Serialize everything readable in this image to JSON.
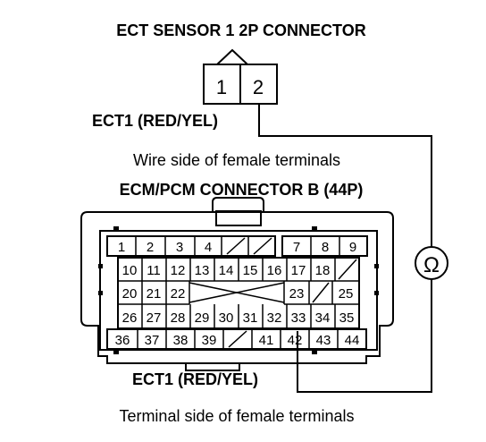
{
  "ect_sensor": {
    "title": "ECT SENSOR 1 2P CONNECTOR",
    "pins": [
      "1",
      "2"
    ],
    "wire_label": "ECT1 (RED/YEL)"
  },
  "wire_side_caption": "Wire side of female terminals",
  "ecm_connector": {
    "title": "ECM/PCM CONNECTOR B (44P)",
    "row1": [
      "1",
      "2",
      "3",
      "4",
      "",
      "",
      "7",
      "8",
      "9"
    ],
    "row2": [
      "10",
      "11",
      "12",
      "13",
      "14",
      "15",
      "16",
      "17",
      "18",
      ""
    ],
    "row3": [
      "20",
      "21",
      "22",
      "",
      "",
      "",
      "",
      "23",
      "",
      "25"
    ],
    "row4": [
      "26",
      "27",
      "28",
      "29",
      "30",
      "31",
      "32",
      "33",
      "34",
      "35"
    ],
    "row5": [
      "36",
      "37",
      "38",
      "39",
      "",
      "41",
      "42",
      "43",
      "44"
    ],
    "wire_label": "ECT1 (RED/YEL)"
  },
  "meter_symbol": "Ω",
  "terminal_side_caption": "Terminal side of female terminals"
}
